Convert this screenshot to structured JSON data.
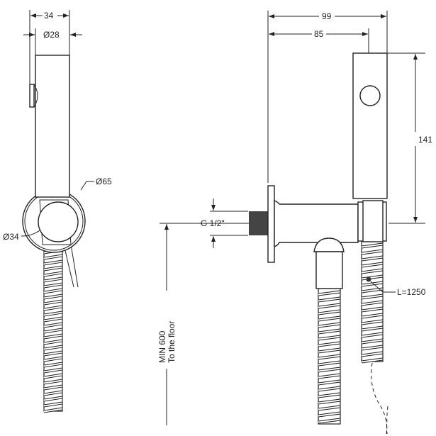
{
  "side_view": {
    "dim_width": "34",
    "dim_handle_diameter": "Ø28",
    "dim_wall_plate_diameter": "Ø65",
    "dim_holder_diameter": "Ø34"
  },
  "front_view": {
    "dim_total_depth": "99",
    "dim_handle_offset": "85",
    "dim_handle_height": "141",
    "dim_thread": "G 1/2\"",
    "dim_hose_length": "L=1250",
    "dim_min_height": "MIN 600",
    "dim_min_height_note": "To the floor"
  },
  "colors": {
    "line": "#222222",
    "background": "#ffffff"
  }
}
